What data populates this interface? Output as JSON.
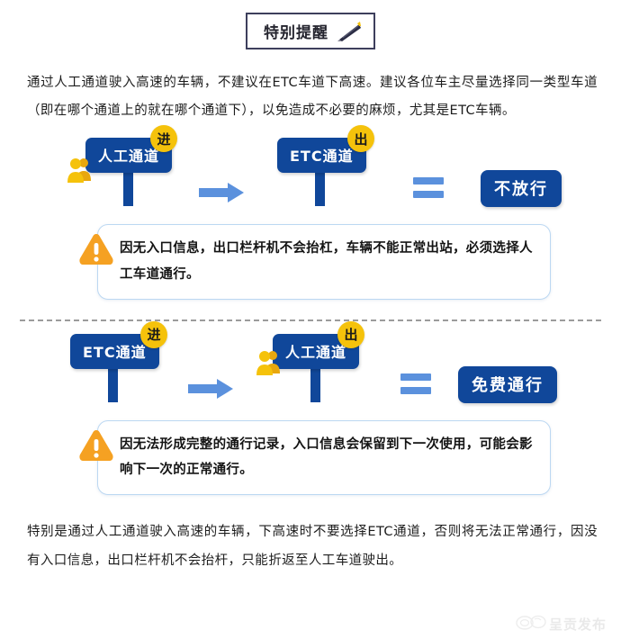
{
  "header": {
    "title": "特别提醒",
    "icon": "pencil-icon"
  },
  "intro_paragraph": "通过人工通道驶入高速的车辆，不建议在ETC车道下高速。建议各位车主尽量选择同一类型车道（即在哪个通道上的就在哪个通道下），以免造成不必要的麻烦，尤其是ETC车辆。",
  "closing_paragraph": "特别是通过人工通道驶入高速的车辆，下高速时不要选择ETC通道，否则将无法正常通行，因没有入口信息，出口栏杆机不会抬杆，只能折返至人工车道驶出。",
  "flows": [
    {
      "entry": {
        "label": "人工通道",
        "badge": "进",
        "has_people_icon": true
      },
      "exit": {
        "label": "ETC通道",
        "badge": "出",
        "has_people_icon": false
      },
      "operator": "=",
      "result": "不放行",
      "note": "因无入口信息，出口栏杆机不会抬杠，车辆不能正常出站，必须选择人工车道通行。",
      "note_icon": "warning-triangle-icon"
    },
    {
      "entry": {
        "label": "ETC通道",
        "badge": "进",
        "has_people_icon": false
      },
      "exit": {
        "label": "人工通道",
        "badge": "出",
        "has_people_icon": true
      },
      "operator": "=",
      "result": "免费通行",
      "note": "因无法形成完整的通行记录，入口信息会保留到下一次使用，可能会影响下一次的正常通行。",
      "note_icon": "warning-triangle-icon"
    }
  ],
  "watermark": {
    "text": "呈贡发布",
    "icon": "weibo-logo-icon"
  },
  "colors": {
    "sign_blue": "#10479a",
    "badge_yellow": "#f5c20b",
    "arrow_blue": "#5b91dd",
    "warning_orange": "#f5a122",
    "note_border": "#bcd8f2",
    "divider_gray": "#9b9b9b",
    "header_border": "#3d3f5c"
  }
}
